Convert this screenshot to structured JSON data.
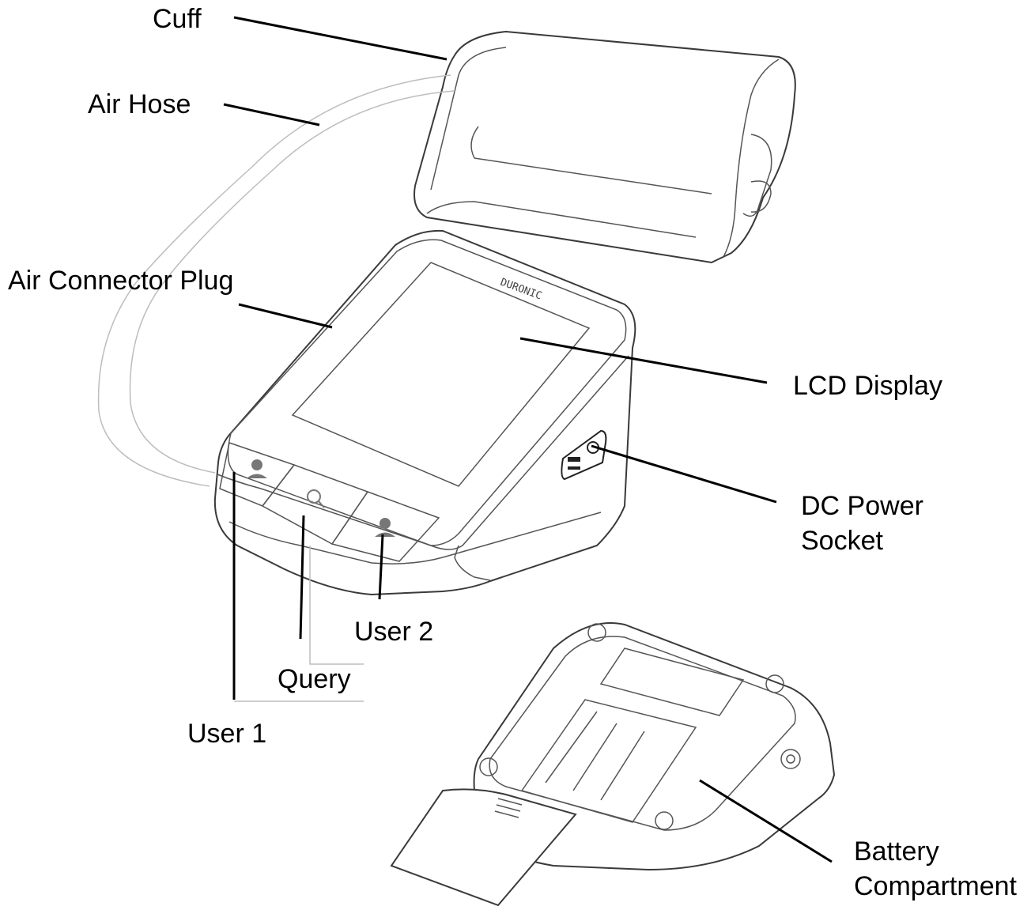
{
  "labels": {
    "cuff": "Cuff",
    "air_hose": "Air Hose",
    "air_connector_plug": "Air Connector Plug",
    "lcd_display": "LCD Display",
    "dc_power_socket": [
      "DC Power",
      "Socket"
    ],
    "user_2": "User 2",
    "query": "Query",
    "user_1": "User 1",
    "battery_compartment": [
      "Battery",
      "Compartment"
    ]
  },
  "brand_logo": "DURONIC",
  "colors": {
    "ink": "#000000",
    "line_art": "#3a3a3a",
    "background": "#ffffff"
  }
}
